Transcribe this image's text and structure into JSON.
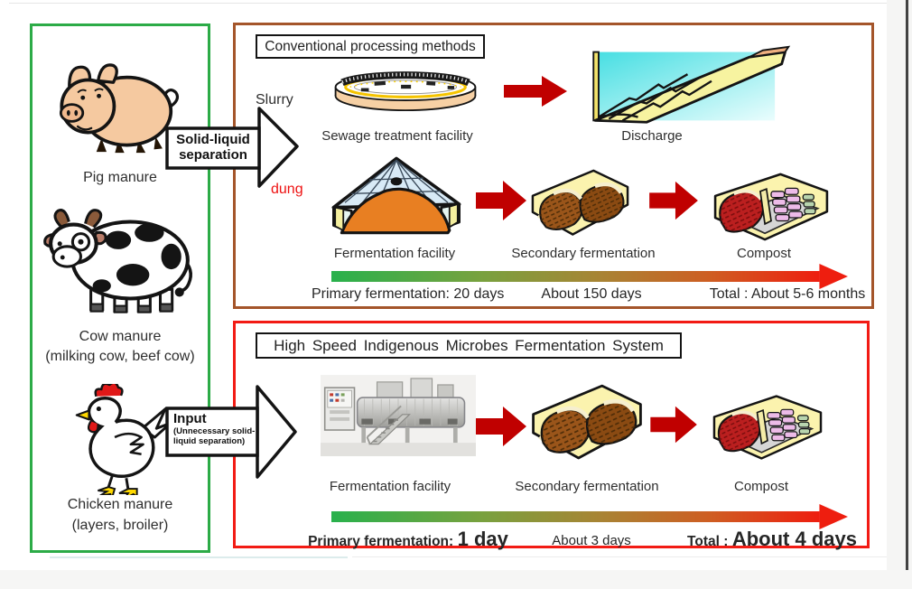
{
  "colors": {
    "source_panel_border": "#2cab47",
    "conventional_border": "#a4552a",
    "high_speed_border": "#f21b14",
    "flow_arrow": "#c00000",
    "dung_text": "#ee1111",
    "timeline_gradient_start": "#28b14c",
    "timeline_gradient_end": "#ee1e0f"
  },
  "source_panel": {
    "animals": [
      {
        "name": "pig",
        "label": "Pig manure",
        "sublabel": ""
      },
      {
        "name": "cow",
        "label": "Cow manure",
        "sublabel": "(milking cow, beef cow)"
      },
      {
        "name": "chicken",
        "label": "Chicken manure",
        "sublabel": "(layers, broiler)"
      }
    ]
  },
  "transfer_arrows": {
    "solid_liquid": {
      "line1": "Solid-liquid",
      "line2": "separation"
    },
    "input": {
      "title": "Input",
      "note_line1": "(Unnecessary solid-",
      "note_line2": "liquid separation)"
    }
  },
  "conventional": {
    "title": "Conventional processing methods",
    "slurry": "Slurry",
    "dung": "dung",
    "sewage_label": "Sewage treatment facility",
    "discharge_label": "Discharge",
    "fermentation_label": "Fermentation facility",
    "secondary_label": "Secondary fermentation",
    "compost_label": "Compost",
    "timeline": {
      "primary": "Primary fermentation: 20 days",
      "secondary": "About 150 days",
      "total": "Total : About 5-6 months"
    }
  },
  "high_speed": {
    "title": "High Speed Indigenous Microbes Fermentation System",
    "fermentation_label": "Fermentation facility",
    "secondary_label": "Secondary fermentation",
    "compost_label": "Compost",
    "timeline": {
      "primary_label": "Primary fermentation:",
      "primary_value": "1 day",
      "secondary": "About 3 days",
      "total_label": "Total :",
      "total_value": "About 4 days"
    }
  }
}
